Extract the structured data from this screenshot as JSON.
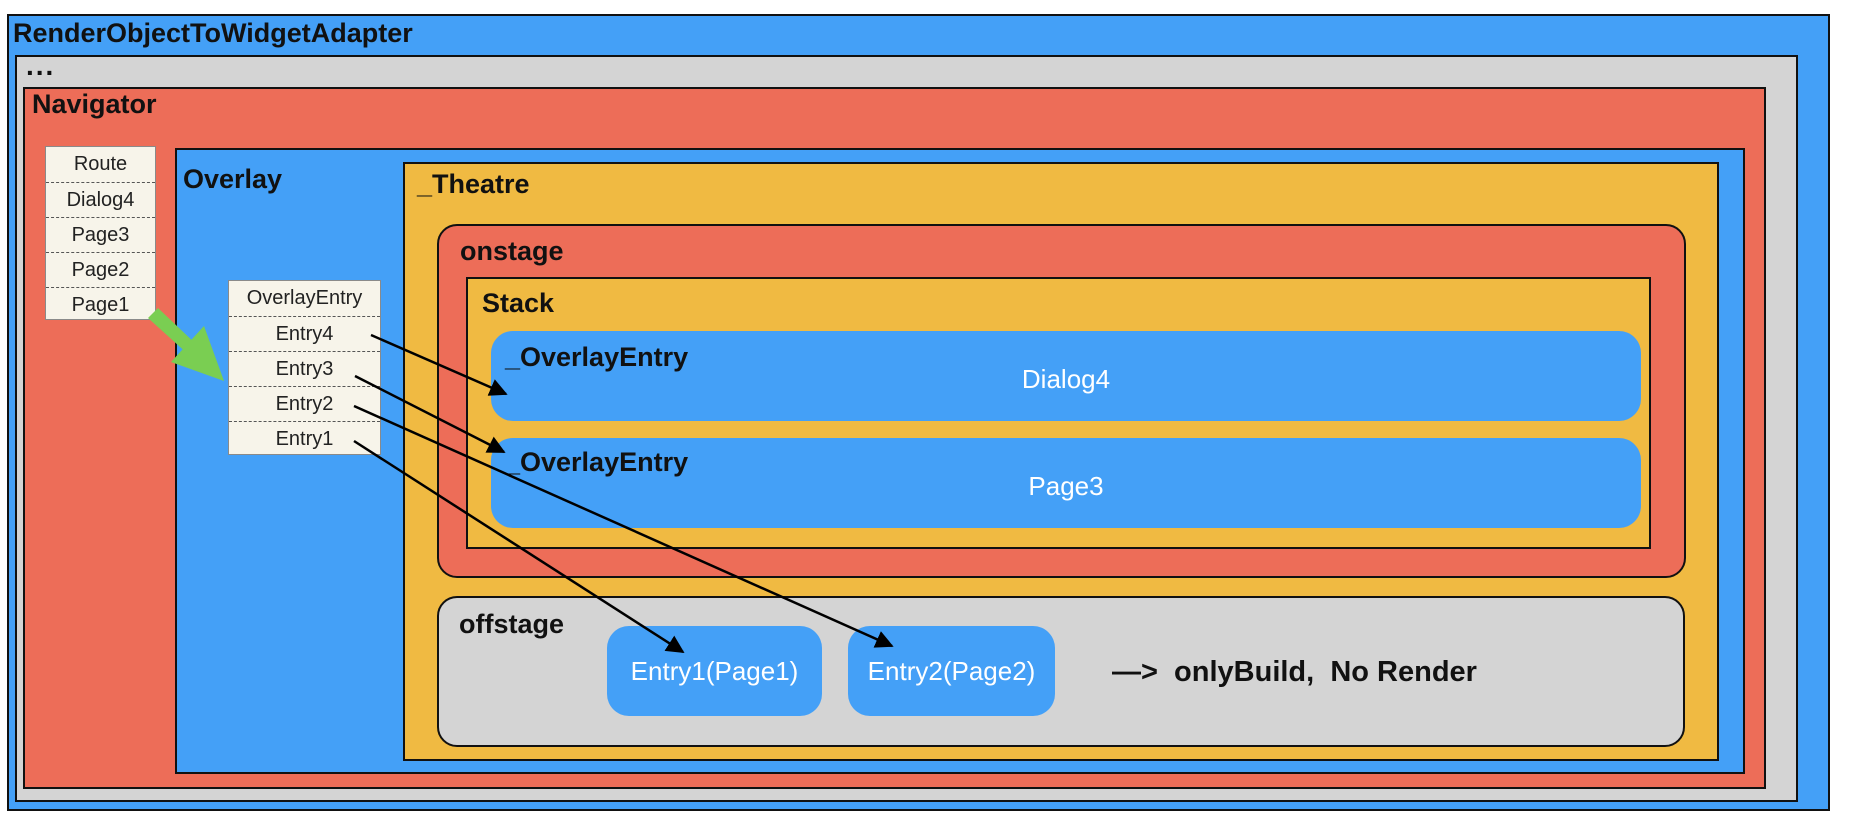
{
  "diagram": {
    "root": {
      "title": "RenderObjectToWidgetAdapter"
    },
    "ellipsis": {
      "title": "..."
    },
    "navigator": {
      "title": "Navigator",
      "route_list": [
        "Route",
        "Dialog4",
        "Page3",
        "Page2",
        "Page1"
      ]
    },
    "overlay": {
      "title": "Overlay",
      "entry_list": [
        "OverlayEntry",
        "Entry4",
        "Entry3",
        "Entry2",
        "Entry1"
      ]
    },
    "theatre": {
      "title": "_Theatre",
      "onstage": {
        "title": "onstage",
        "stack": {
          "title": "Stack",
          "entries": [
            {
              "title": "_OverlayEntry",
              "label": "Dialog4"
            },
            {
              "title": "_OverlayEntry",
              "label": "Page3"
            }
          ]
        }
      },
      "offstage": {
        "title": "offstage",
        "entries": [
          {
            "label": "Entry1(Page1)"
          },
          {
            "label": "Entry2(Page2)"
          }
        ],
        "note": "—>  onlyBuild,  No Render"
      }
    },
    "connections": [
      {
        "from": "Entry4",
        "to": "Dialog4"
      },
      {
        "from": "Entry3",
        "to": "Page3"
      },
      {
        "from": "Entry2",
        "to": "Entry2(Page2)"
      },
      {
        "from": "Entry1",
        "to": "Entry1(Page1)"
      },
      {
        "from": "route_list",
        "to": "entry_list",
        "style": "green-arrow"
      }
    ],
    "colors": {
      "blue": "#44a0f7",
      "gray": "#d4d4d4",
      "red": "#ed6d58",
      "yellow": "#f0ba42",
      "green_arrow": "#7ace52",
      "list_bg": "#f7f4ea"
    }
  }
}
